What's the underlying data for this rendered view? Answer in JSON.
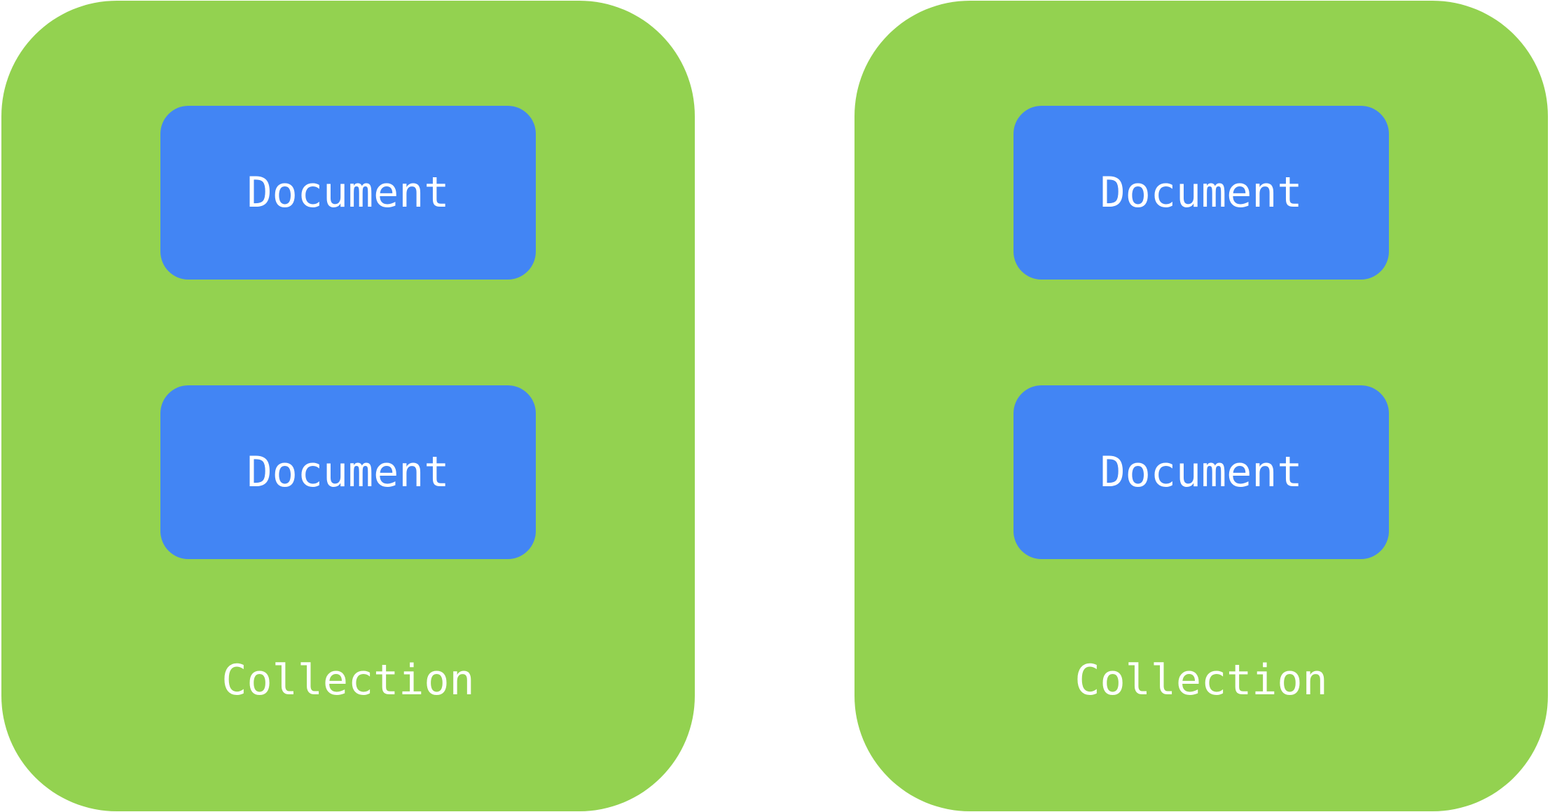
{
  "colors": {
    "collection": "#93d250",
    "document": "#4285f4",
    "text": "#ffffff"
  },
  "collections": [
    {
      "label": "Collection",
      "documents": [
        {
          "label": "Document"
        },
        {
          "label": "Document"
        }
      ]
    },
    {
      "label": "Collection",
      "documents": [
        {
          "label": "Document"
        },
        {
          "label": "Document"
        }
      ]
    }
  ]
}
